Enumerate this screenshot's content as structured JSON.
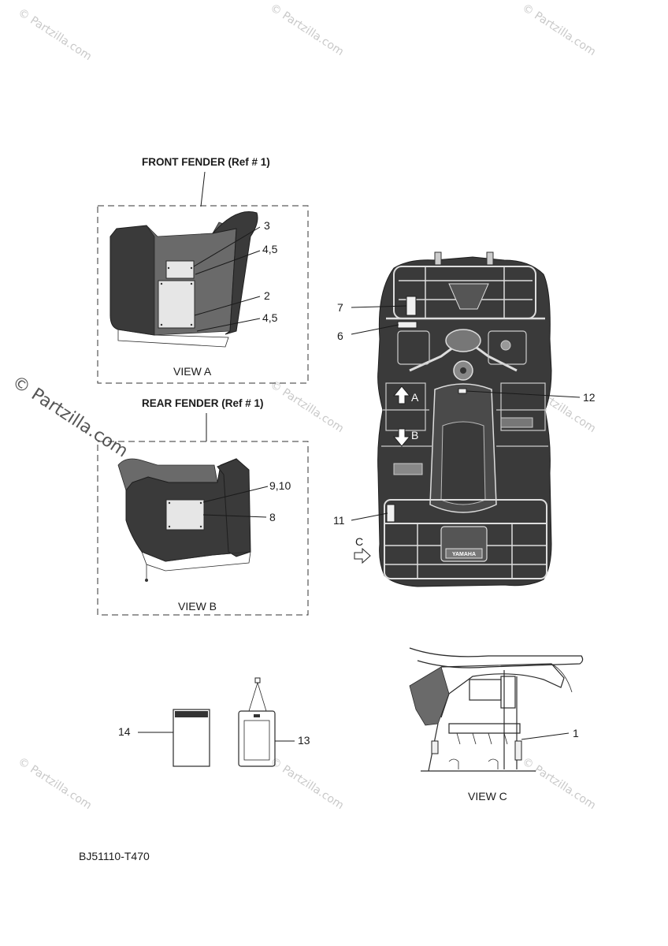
{
  "watermark": {
    "text": "© Partzilla.com",
    "color": "#c9c9c9"
  },
  "view_a": {
    "title": "FRONT FENDER (Ref # 1)",
    "caption": "VIEW A",
    "callouts": [
      "3",
      "4,5",
      "2",
      "4,5"
    ]
  },
  "view_b": {
    "title": "REAR FENDER (Ref # 1)",
    "caption": "VIEW B",
    "callouts": [
      "9,10",
      "8"
    ]
  },
  "atv_top": {
    "callouts": [
      "7",
      "6",
      "12",
      "11"
    ],
    "arrow_a": "A",
    "arrow_b": "B",
    "arrow_c": "C",
    "brand": "YAMAHA"
  },
  "view_c": {
    "caption": "VIEW C",
    "callouts": [
      "1"
    ]
  },
  "loose_parts": {
    "callouts": [
      "14",
      "13"
    ]
  },
  "diagram_code": "BJ51110-T470"
}
